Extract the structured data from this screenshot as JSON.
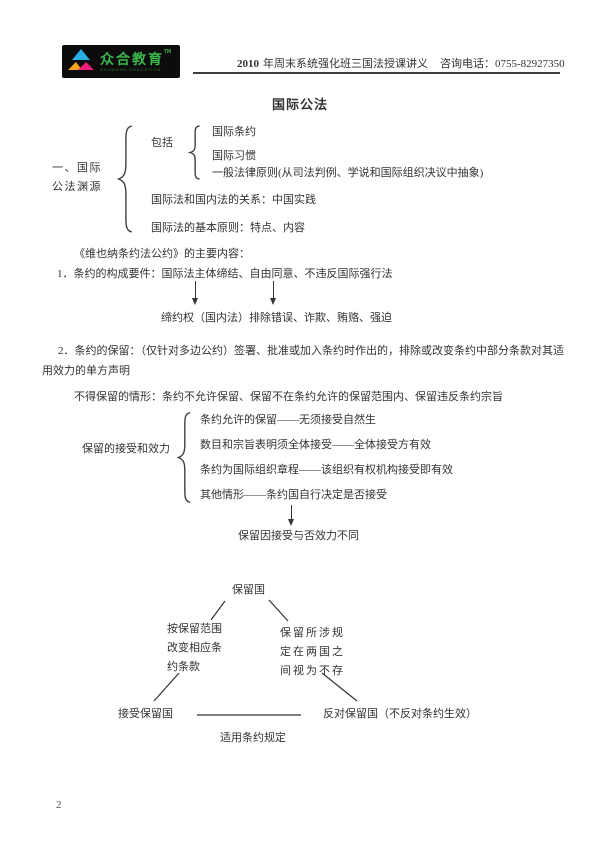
{
  "header": {
    "logo": {
      "brand": "众合教育",
      "tm": "TM",
      "sub": "ZHONGHE EDUCATION"
    },
    "meta": {
      "year": "2010",
      "course": "年周末系统强化班三国法授课讲义",
      "phone": "咨询电话：0755-82927350"
    }
  },
  "doc": {
    "title": "国际公法",
    "sec1": {
      "label_line1": "一、国际",
      "label_line2": "公法渊源",
      "include_label": "包括",
      "include_items": [
        "国际条约",
        "国际习惯",
        "一般法律原则(从司法判例、学说和国际组织决议中抽象)"
      ],
      "relation": "国际法和国内法的关系：中国实践",
      "basic": "国际法的基本原则：特点、内容"
    },
    "vienna": {
      "heading": "《维也纳条约法公约》的主要内容：",
      "item1": "1．条约的构成要件：国际法主体缔结、自由同意、不违反国际强行法",
      "arrow_note": "缔约权（国内法）排除错误、诈欺、贿赂、强迫",
      "item2": "2．条约的保留：（仅针对多边公约）签署、批准或加入条约时作出的，排除或改变条约中部分条款对其适用效力的单方声明",
      "no_reserve": "不得保留的情形：条约不允许保留、保留不在条约允许的保留范围内、保留违反条约宗旨"
    },
    "acceptance": {
      "label": "保留的接受和效力",
      "items": [
        "条约允许的保留——无须接受自然生",
        "数目和宗旨表明须全体接受——全体接受方有效",
        "条约为国际组织章程——该组织有权机构接受即有效",
        "其他情形——条约国自行决定是否接受"
      ],
      "note": "保留因接受与否效力不同"
    },
    "triangle": {
      "top": "保留国",
      "left_block": [
        "按保留范围",
        "改变相应条",
        "约条款"
      ],
      "right_block": [
        "保留所涉规",
        "定在两国之",
        "间视为不存"
      ],
      "bottom_left": "接受保留国",
      "bottom_right": "反对保留国（不反对条约生效）",
      "caption": "适用条约规定"
    }
  },
  "page": {
    "number": "2"
  },
  "colors": {
    "logo_bg": "#0c0c0c",
    "brand_green": "#3ab54a",
    "triangle_blue": "#29b0e3",
    "triangle_orange": "#f6a21d",
    "triangle_pink": "#ec1e79",
    "text": "#333333",
    "header_rule": "#3f3f3f"
  }
}
